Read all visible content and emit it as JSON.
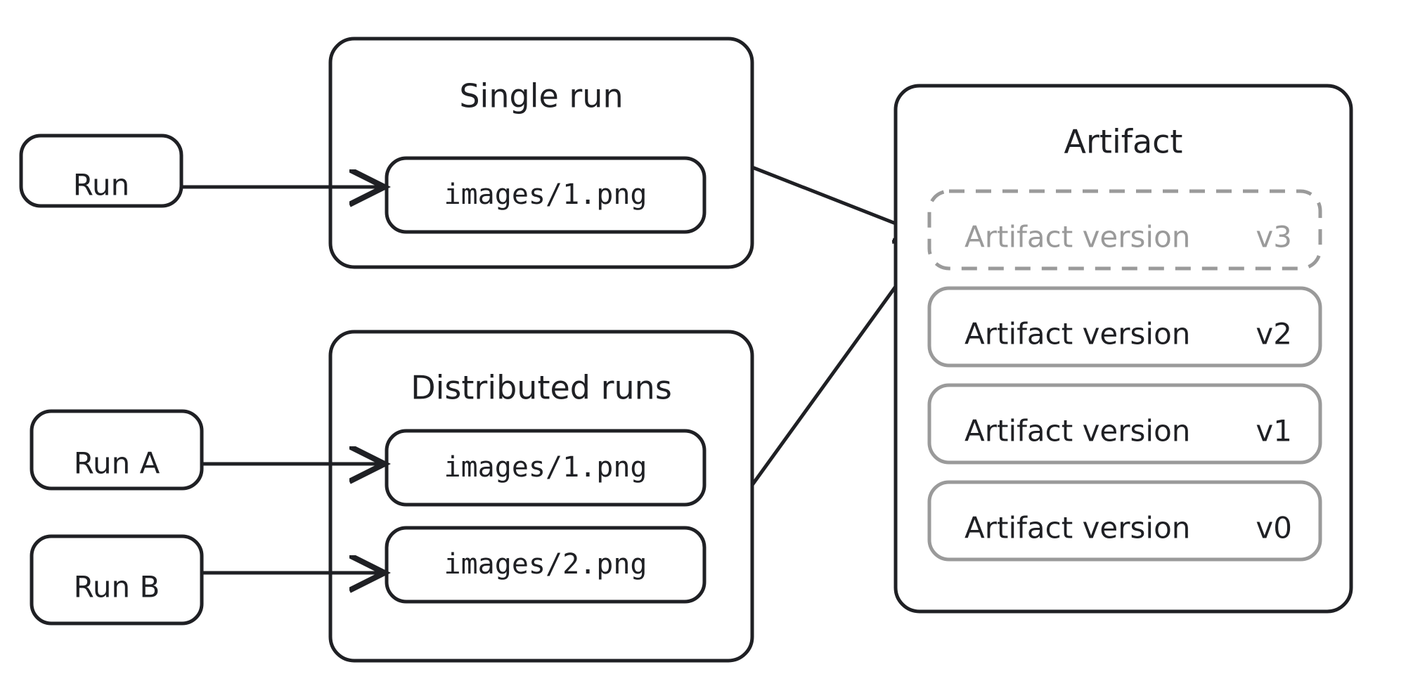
{
  "colors": {
    "ink": "#1f2024",
    "muted": "#9a9a9a",
    "background": "#ffffff"
  },
  "nodes": {
    "run": "Run",
    "run_a": "Run A",
    "run_b": "Run B"
  },
  "groups": {
    "single_run": {
      "title": "Single run",
      "files": [
        "images/1.png"
      ]
    },
    "distributed_runs": {
      "title": "Distributed runs",
      "files": [
        "images/1.png",
        "images/2.png"
      ]
    }
  },
  "artifact": {
    "title": "Artifact",
    "version_label": "Artifact version",
    "versions": [
      {
        "label": "Artifact version",
        "tag": "v3",
        "state": "pending"
      },
      {
        "label": "Artifact version",
        "tag": "v2",
        "state": "committed"
      },
      {
        "label": "Artifact version",
        "tag": "v1",
        "state": "committed"
      },
      {
        "label": "Artifact version",
        "tag": "v0",
        "state": "committed"
      }
    ]
  },
  "edges": [
    {
      "from": "run",
      "to": "single_run.images/1.png"
    },
    {
      "from": "run_a",
      "to": "distributed_runs.images/1.png"
    },
    {
      "from": "run_b",
      "to": "distributed_runs.images/2.png"
    },
    {
      "from": "single_run",
      "to": "artifact.v3"
    },
    {
      "from": "distributed_runs",
      "to": "artifact.v3"
    }
  ]
}
